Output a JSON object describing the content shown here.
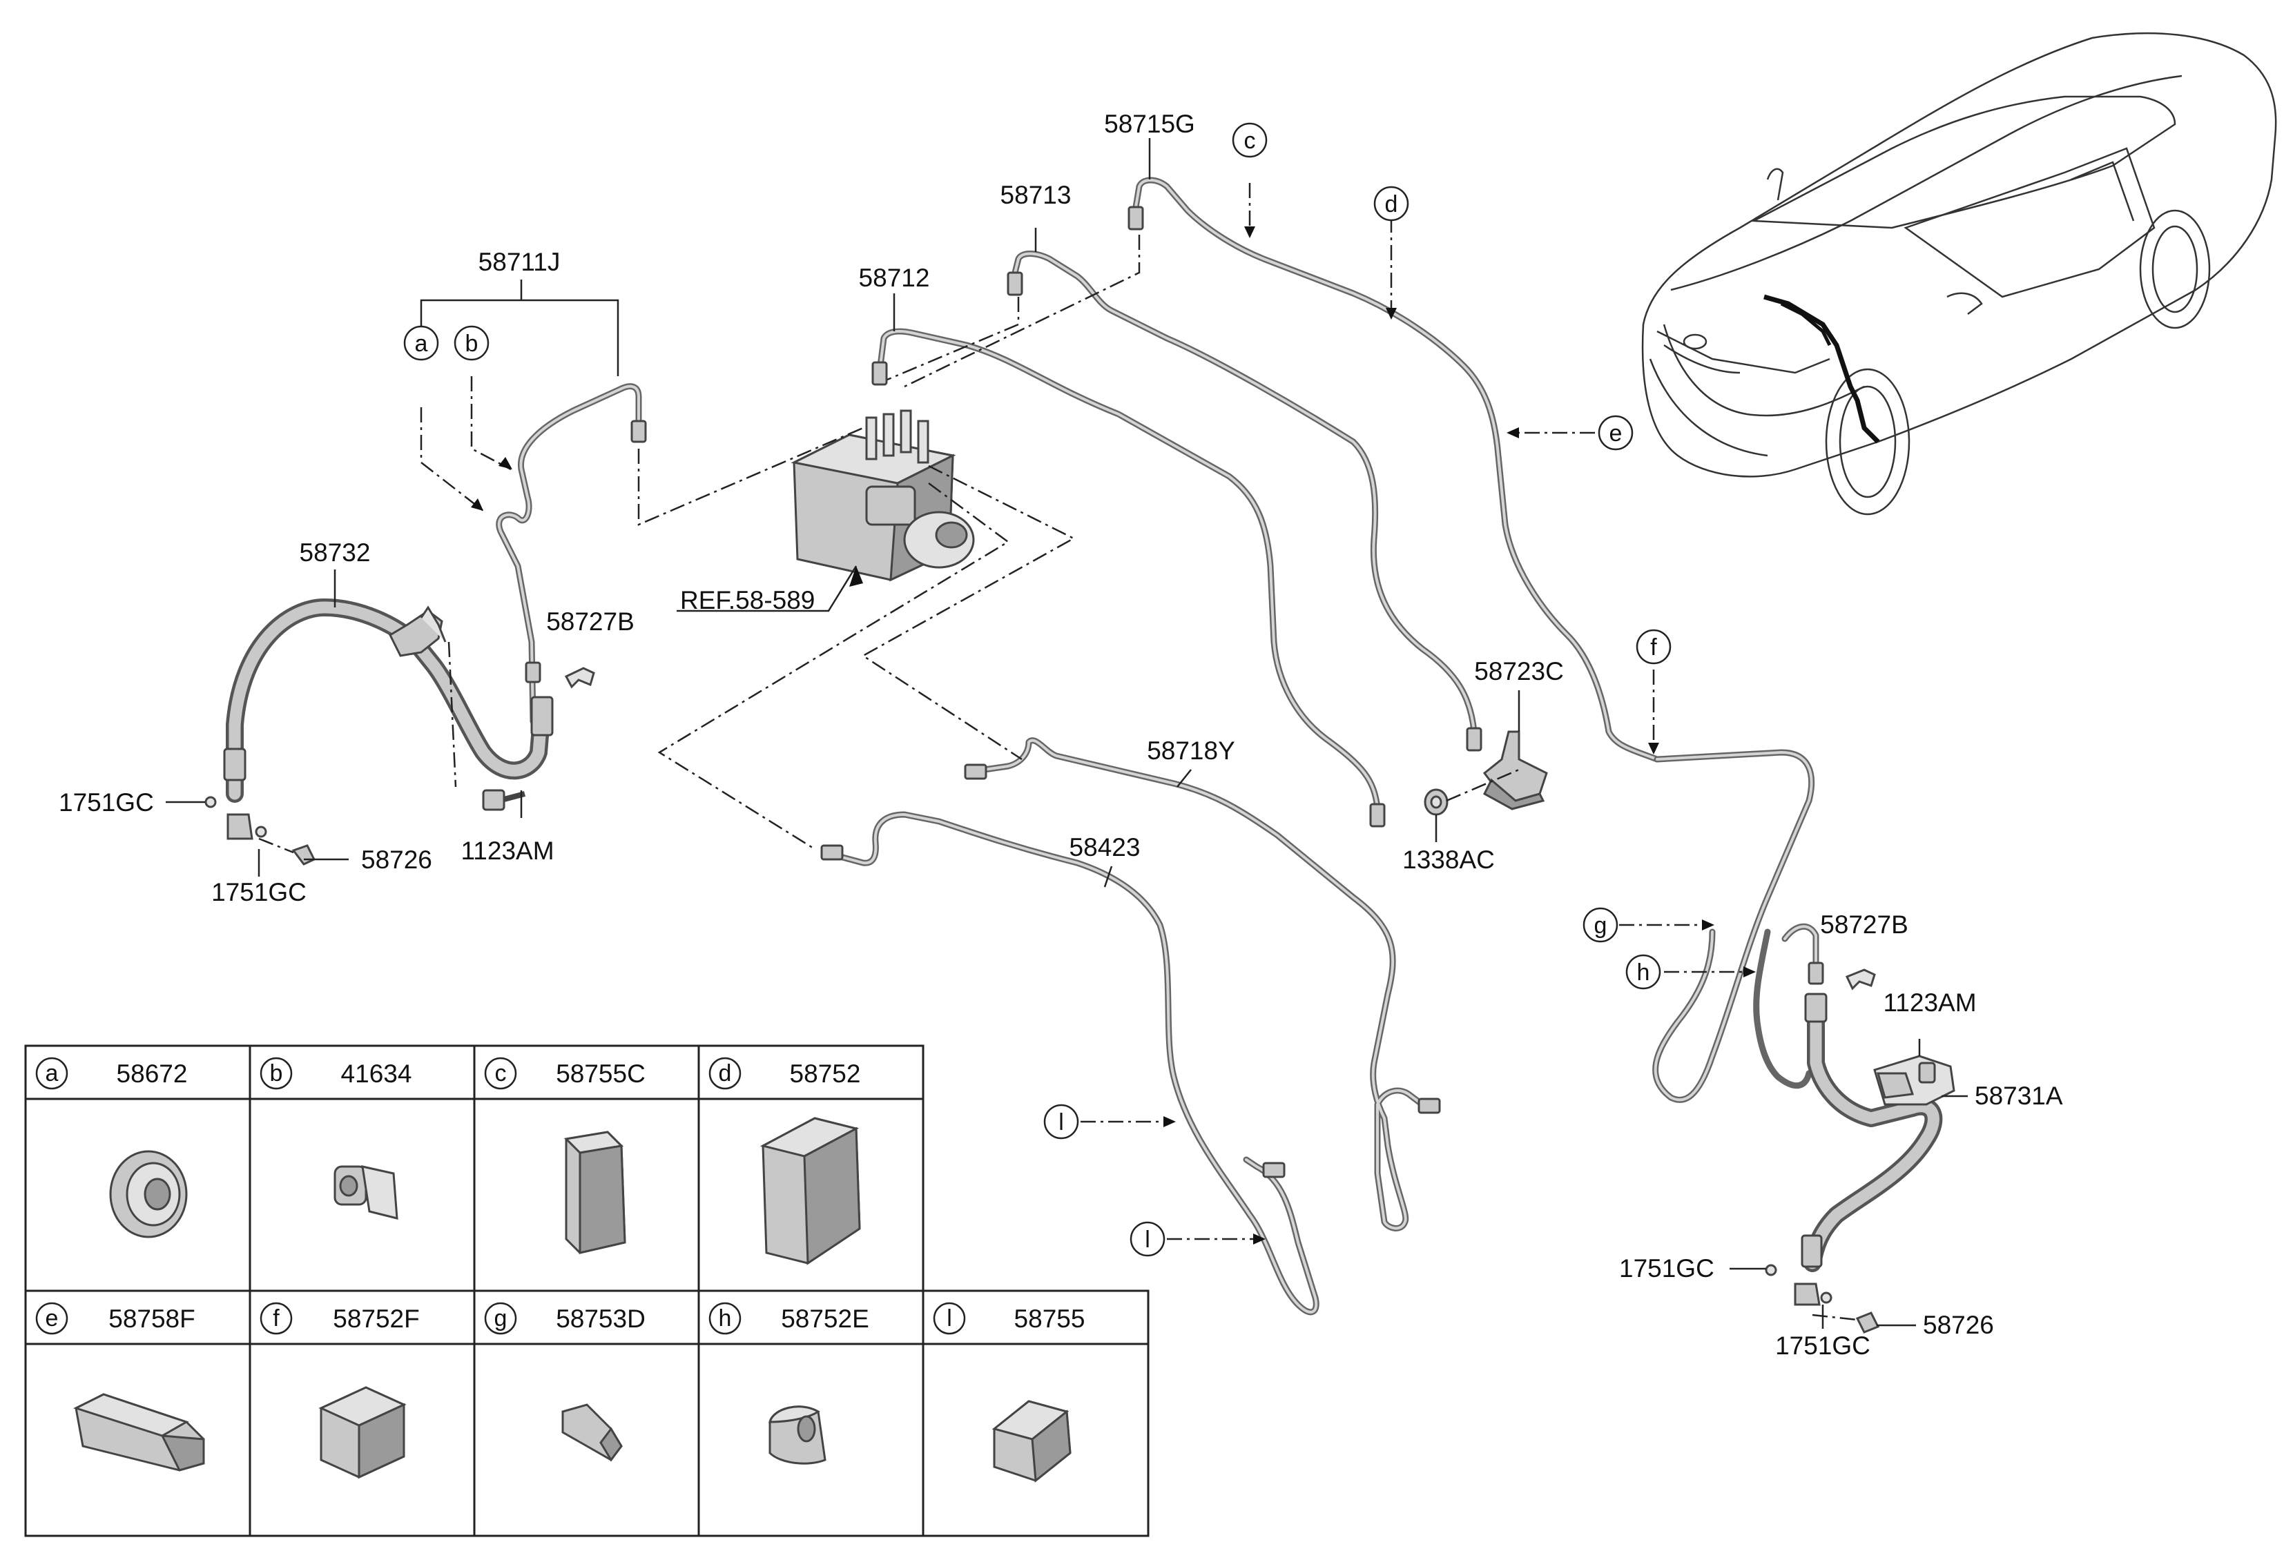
{
  "labels": {
    "hose_58711J": "58711J",
    "pipe_58712": "58712",
    "pipe_58713": "58713",
    "pipe_58715G": "58715G",
    "hose_58732": "58732",
    "clip_58727B_left": "58727B",
    "ref_abs": "REF.58-589",
    "washer_1751GC_left_top": "1751GC",
    "washer_1751GC_left_bottom": "1751GC",
    "bolt_58726_left": "58726",
    "bolt_1123AM_left": "1123AM",
    "bracket_58723C": "58723C",
    "nut_1338AC": "1338AC",
    "pipe_58718Y": "58718Y",
    "pipe_58423": "58423",
    "clip_58727B_right": "58727B",
    "bolt_1123AM_right": "1123AM",
    "hose_58731A": "58731A",
    "washer_1751GC_right_top": "1751GC",
    "washer_1751GC_right_bottom": "1751GC",
    "bolt_58726_right": "58726"
  },
  "callouts": {
    "a": "a",
    "b": "b",
    "c": "c",
    "d": "d",
    "e": "e",
    "f": "f",
    "g": "g",
    "h": "h",
    "l1": "l",
    "l2": "l"
  },
  "parts_table": {
    "row1": [
      {
        "letter": "a",
        "part": "58672"
      },
      {
        "letter": "b",
        "part": "41634"
      },
      {
        "letter": "c",
        "part": "58755C"
      },
      {
        "letter": "d",
        "part": "58752"
      }
    ],
    "row2": [
      {
        "letter": "e",
        "part": "58758F"
      },
      {
        "letter": "f",
        "part": "58752F"
      },
      {
        "letter": "g",
        "part": "58753D"
      },
      {
        "letter": "h",
        "part": "58752E"
      },
      {
        "letter": "l",
        "part": "58755"
      }
    ]
  },
  "colors": {
    "line": "#222222",
    "pipe": "#666666",
    "part_fill": "#c8c8c8",
    "background": "#ffffff"
  }
}
